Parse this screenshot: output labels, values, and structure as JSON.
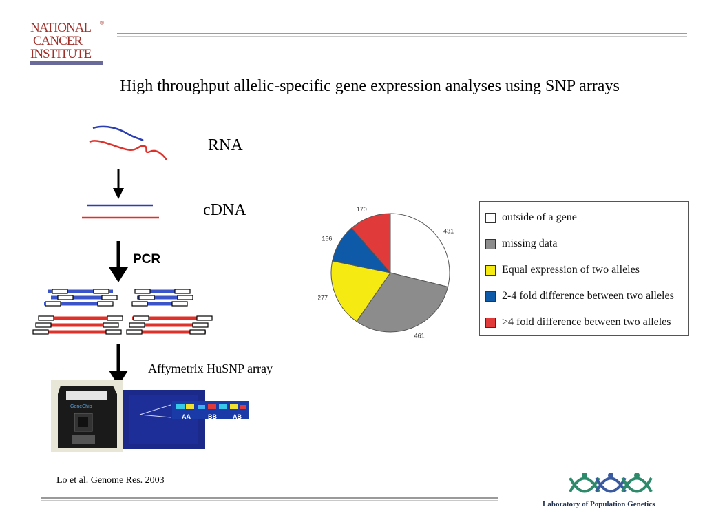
{
  "header": {
    "logo_text": [
      "NATIONAL",
      "CANCER",
      "INSTITUTE"
    ],
    "title": "High throughput allelic-specific gene expression analyses using SNP arrays"
  },
  "workflow": {
    "rna_label": "RNA",
    "cdna_label": "cDNA",
    "pcr_label": "PCR",
    "array_label": "Affymetrix HuSNP array",
    "chip_text": "GeneChip",
    "genotype_labels": [
      "AA",
      "BB",
      "AB"
    ]
  },
  "chart_data": {
    "type": "pie",
    "categories": [
      "outside of a gene",
      "missing data",
      "Equal expression of two alleles",
      "2-4 fold difference between two alleles",
      ">4 fold difference between two alleles"
    ],
    "values": [
      431,
      461,
      277,
      156,
      170
    ],
    "colors": [
      "#ffffff",
      "#8c8c8c",
      "#f5ea12",
      "#0f5aa8",
      "#e03a3a"
    ],
    "legend_position": "right",
    "start": "top",
    "direction": "clockwise"
  },
  "footer": {
    "citation": "Lo et al. Genome Res. 2003",
    "lab_name": "Laboratory of Population Genetics"
  }
}
